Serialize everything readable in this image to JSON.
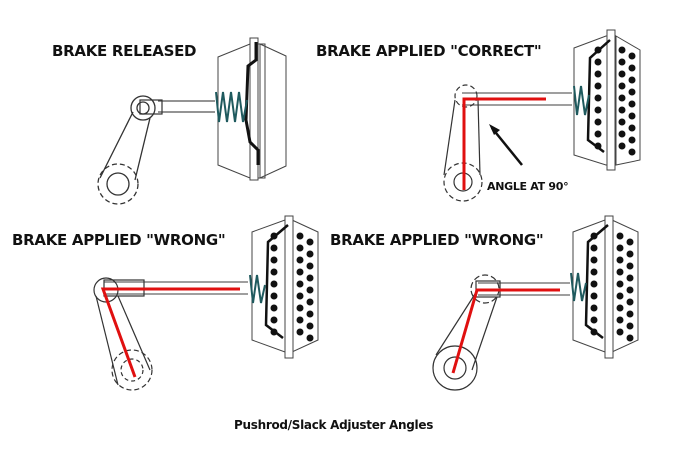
{
  "panels": [
    {
      "id": "released",
      "title": "BRAKE RELEASED",
      "state": "released",
      "red_indicator": false
    },
    {
      "id": "correct",
      "title": "BRAKE APPLIED \"CORRECT\"",
      "state": "applied",
      "red_indicator": true,
      "annotation": "ANGLE AT 90°"
    },
    {
      "id": "wrong-1",
      "title": "BRAKE APPLIED \"WRONG\"",
      "state": "applied",
      "red_indicator": true
    },
    {
      "id": "wrong-2",
      "title": "BRAKE APPLIED \"WRONG\"",
      "state": "applied",
      "red_indicator": true
    }
  ],
  "caption": "Pushrod/Slack Adjuster Angles",
  "colors": {
    "indicator": "#e01010",
    "spring": "#1f5a5e",
    "line": "#222222",
    "pad_dots": "#111111"
  }
}
